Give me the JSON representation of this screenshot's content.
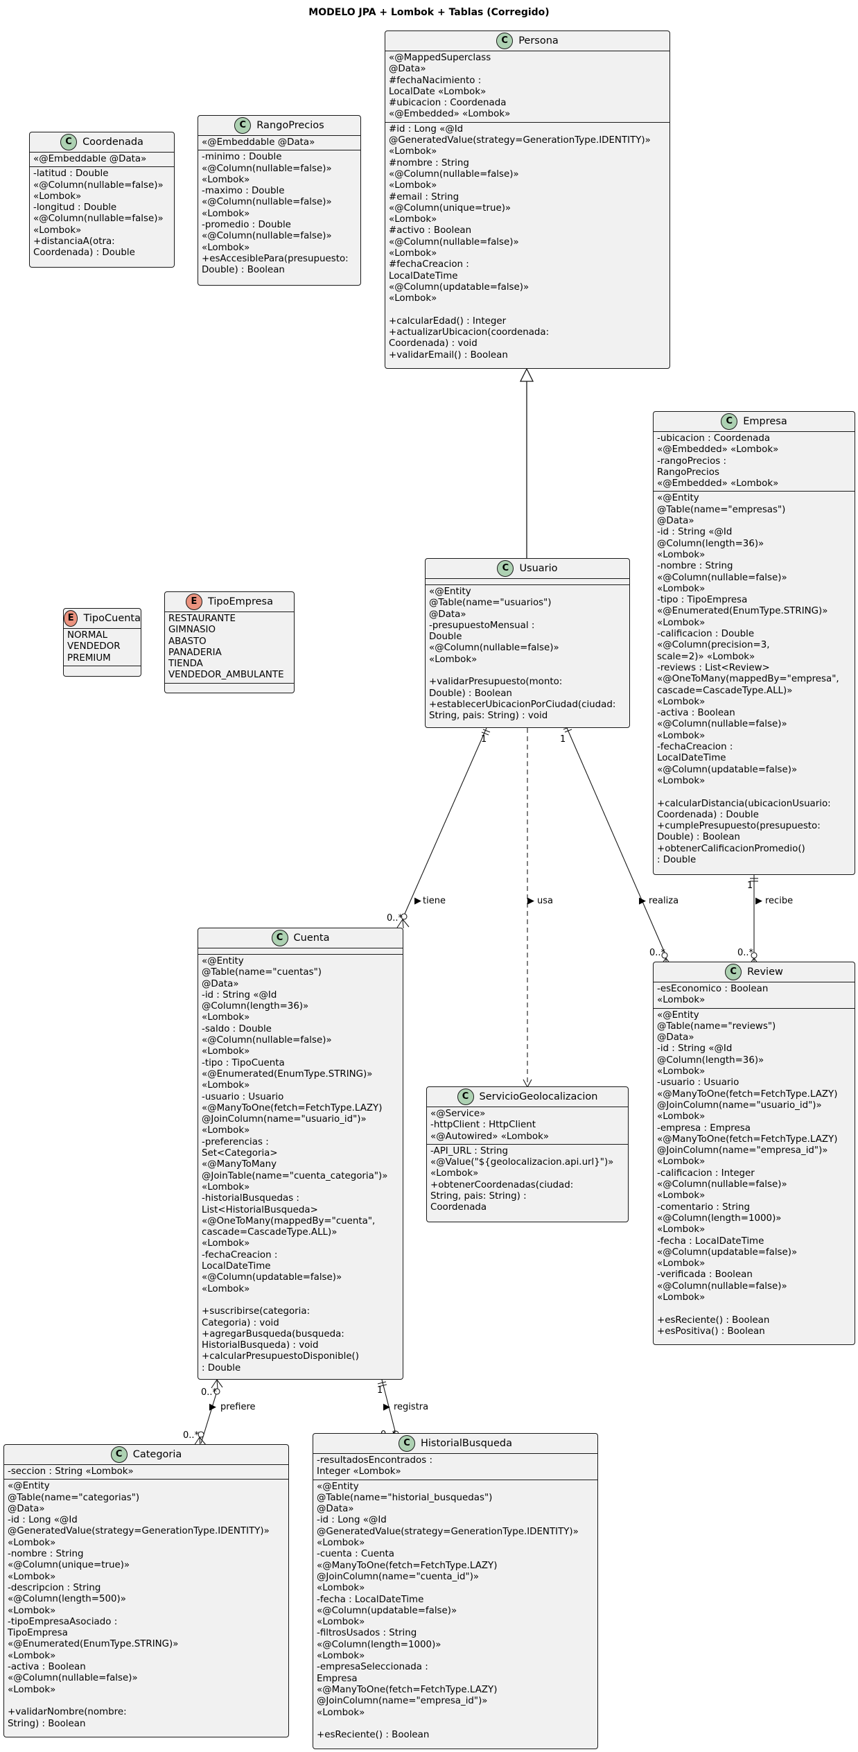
{
  "title": "MODELO JPA + Lombok + Tablas (Corregido)",
  "classes": {
    "persona": {
      "badge": "C",
      "name": "Persona",
      "fields": "«@MappedSuperclass\n@Data»\n#fechaNacimiento :\nLocalDate «Lombok»\n#ubicacion : Coordenada\n«@Embedded» «Lombok»",
      "methods": "#id : Long «@Id\n@GeneratedValue(strategy=GenerationType.IDENTITY)»\n«Lombok»\n#nombre : String\n«@Column(nullable=false)»\n«Lombok»\n#email : String\n«@Column(unique=true)»\n«Lombok»\n#activo : Boolean\n«@Column(nullable=false)»\n«Lombok»\n#fechaCreacion :\nLocalDateTime\n«@Column(updatable=false)»\n«Lombok»\n\n+calcularEdad() : Integer\n+actualizarUbicacion(coordenada:\nCoordenada) : void\n+validarEmail() : Boolean"
    },
    "coordenada": {
      "badge": "C",
      "name": "Coordenada",
      "fields": "«@Embeddable @Data»",
      "methods": "-latitud : Double\n«@Column(nullable=false)»\n«Lombok»\n-longitud : Double\n«@Column(nullable=false)»\n«Lombok»\n+distanciaA(otra:\nCoordenada) : Double"
    },
    "rango": {
      "badge": "C",
      "name": "RangoPrecios",
      "fields": "«@Embeddable @Data»",
      "methods": "-minimo : Double\n«@Column(nullable=false)»\n«Lombok»\n-maximo : Double\n«@Column(nullable=false)»\n«Lombok»\n-promedio : Double\n«@Column(nullable=false)»\n«Lombok»\n+esAccesiblePara(presupuesto:\nDouble) : Boolean"
    },
    "empresa": {
      "badge": "C",
      "name": "Empresa",
      "fields": "-ubicacion : Coordenada\n«@Embedded» «Lombok»\n-rangoPrecios :\nRangoPrecios\n«@Embedded» «Lombok»",
      "methods": "«@Entity\n@Table(name=\"empresas\")\n@Data»\n-id : String «@Id\n@Column(length=36)»\n«Lombok»\n-nombre : String\n«@Column(nullable=false)»\n«Lombok»\n-tipo : TipoEmpresa\n«@Enumerated(EnumType.STRING)»\n«Lombok»\n-calificacion : Double\n«@Column(precision=3,\nscale=2)» «Lombok»\n-reviews : List<Review>\n«@OneToMany(mappedBy=\"empresa\",\ncascade=CascadeType.ALL)»\n«Lombok»\n-activa : Boolean\n«@Column(nullable=false)»\n«Lombok»\n-fechaCreacion :\nLocalDateTime\n«@Column(updatable=false)»\n«Lombok»\n\n+calcularDistancia(ubicacionUsuario:\nCoordenada) : Double\n+cumplePresupuesto(presupuesto:\nDouble) : Boolean\n+obtenerCalificacionPromedio()\n: Double"
    },
    "usuario": {
      "badge": "C",
      "name": "Usuario",
      "fields": "",
      "methods": "«@Entity\n@Table(name=\"usuarios\")\n@Data»\n-presupuestoMensual :\nDouble\n«@Column(nullable=false)»\n«Lombok»\n\n+validarPresupuesto(monto:\nDouble) : Boolean\n+establecerUbicacionPorCiudad(ciudad:\nString, pais: String) : void"
    },
    "tipocuenta": {
      "badge": "E",
      "name": "TipoCuenta",
      "fields": "NORMAL\nVENDEDOR\nPREMIUM",
      "methods": ""
    },
    "tipoempresa": {
      "badge": "E",
      "name": "TipoEmpresa",
      "fields": "RESTAURANTE\nGIMNASIO\nABASTO\nPANADERIA\nTIENDA\nVENDEDOR_AMBULANTE",
      "methods": ""
    },
    "cuenta": {
      "badge": "C",
      "name": "Cuenta",
      "fields": "",
      "methods": "«@Entity\n@Table(name=\"cuentas\")\n@Data»\n-id : String «@Id\n@Column(length=36)»\n«Lombok»\n-saldo : Double\n«@Column(nullable=false)»\n«Lombok»\n-tipo : TipoCuenta\n«@Enumerated(EnumType.STRING)»\n«Lombok»\n-usuario : Usuario\n«@ManyToOne(fetch=FetchType.LAZY)\n@JoinColumn(name=\"usuario_id\")»\n«Lombok»\n-preferencias :\nSet<Categoria>\n«@ManyToMany\n@JoinTable(name=\"cuenta_categoria\")»\n«Lombok»\n-historialBusquedas :\nList<HistorialBusqueda>\n«@OneToMany(mappedBy=\"cuenta\",\ncascade=CascadeType.ALL)»\n«Lombok»\n-fechaCreacion :\nLocalDateTime\n«@Column(updatable=false)»\n«Lombok»\n\n+suscribirse(categoria:\nCategoria) : void\n+agregarBusqueda(busqueda:\nHistorialBusqueda) : void\n+calcularPresupuestoDisponible()\n: Double"
    },
    "servicio": {
      "badge": "C",
      "name": "ServicioGeolocalizacion",
      "fields": "«@Service»\n-httpClient : HttpClient\n«@Autowired» «Lombok»",
      "methods": "-API_URL : String\n«@Value(\"${geolocalizacion.api.url}\")»\n«Lombok»\n+obtenerCoordenadas(ciudad:\nString, pais: String) :\nCoordenada"
    },
    "review": {
      "badge": "C",
      "name": "Review",
      "fields": "-esEconomico : Boolean\n«Lombok»",
      "methods": "«@Entity\n@Table(name=\"reviews\")\n@Data»\n-id : String «@Id\n@Column(length=36)»\n«Lombok»\n-usuario : Usuario\n«@ManyToOne(fetch=FetchType.LAZY)\n@JoinColumn(name=\"usuario_id\")»\n«Lombok»\n-empresa : Empresa\n«@ManyToOne(fetch=FetchType.LAZY)\n@JoinColumn(name=\"empresa_id\")»\n«Lombok»\n-calificacion : Integer\n«@Column(nullable=false)»\n«Lombok»\n-comentario : String\n«@Column(length=1000)»\n«Lombok»\n-fecha : LocalDateTime\n«@Column(updatable=false)»\n«Lombok»\n-verificada : Boolean\n«@Column(nullable=false)»\n«Lombok»\n\n+esReciente() : Boolean\n+esPositiva() : Boolean"
    },
    "categoria": {
      "badge": "C",
      "name": "Categoria",
      "fields": "-seccion : String «Lombok»",
      "methods": "«@Entity\n@Table(name=\"categorias\")\n@Data»\n-id : Long «@Id\n@GeneratedValue(strategy=GenerationType.IDENTITY)»\n«Lombok»\n-nombre : String\n«@Column(unique=true)»\n«Lombok»\n-descripcion : String\n«@Column(length=500)»\n«Lombok»\n-tipoEmpresaAsociado :\nTipoEmpresa\n«@Enumerated(EnumType.STRING)»\n«Lombok»\n-activa : Boolean\n«@Column(nullable=false)»\n«Lombok»\n\n+validarNombre(nombre:\nString) : Boolean"
    },
    "historial": {
      "badge": "C",
      "name": "HistorialBusqueda",
      "fields": "-resultadosEncontrados :\nInteger «Lombok»",
      "methods": "«@Entity\n@Table(name=\"historial_busquedas\")\n@Data»\n-id : Long «@Id\n@GeneratedValue(strategy=GenerationType.IDENTITY)»\n«Lombok»\n-cuenta : Cuenta\n«@ManyToOne(fetch=FetchType.LAZY)\n@JoinColumn(name=\"cuenta_id\")»\n«Lombok»\n-fecha : LocalDateTime\n«@Column(updatable=false)»\n«Lombok»\n-filtrosUsados : String\n«@Column(length=1000)»\n«Lombok»\n-empresaSeleccionada :\nEmpresa\n«@ManyToOne(fetch=FetchType.LAZY)\n@JoinColumn(name=\"empresa_id\")»\n«Lombok»\n\n+esReciente() : Boolean"
    }
  },
  "relations": {
    "tiene": {
      "label": "tiene",
      "from_mult": "1",
      "to_mult": "0..*"
    },
    "usa": {
      "label": "usa"
    },
    "realiza": {
      "label": "realiza",
      "from_mult": "1",
      "to_mult": "0..*"
    },
    "recibe": {
      "label": "recibe",
      "from_mult": "1",
      "to_mult": "0..*"
    },
    "prefiere": {
      "label": "prefiere",
      "from_mult": "0..*",
      "to_mult": "0..*"
    },
    "registra": {
      "label": "registra",
      "from_mult": "1",
      "to_mult": "0..*"
    }
  }
}
